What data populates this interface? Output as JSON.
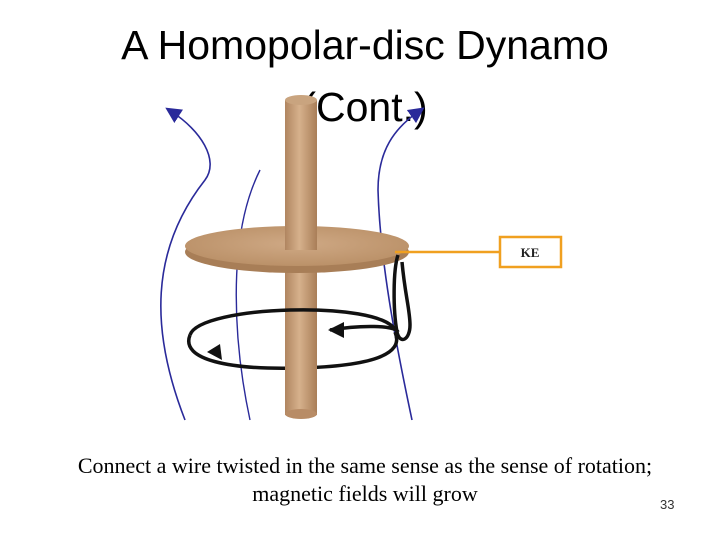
{
  "slide": {
    "title_line1": "A Homopolar-disc Dynamo",
    "title_line2": "(Cont.)",
    "caption_line1": "Connect a wire twisted in the same sense as the sense of rotation;",
    "caption_line2": "magnetic fields will grow",
    "slide_number": "33"
  },
  "diagram": {
    "ke_label": "KE",
    "colors": {
      "field_lines": "#2a2a9a",
      "disc": "#c39b73",
      "axle": "#c7a07b",
      "ke_wire": "#f0a020",
      "coil": "#111111"
    },
    "icons": [
      "magnetic-field-line",
      "rotation-arrow-icon"
    ]
  }
}
